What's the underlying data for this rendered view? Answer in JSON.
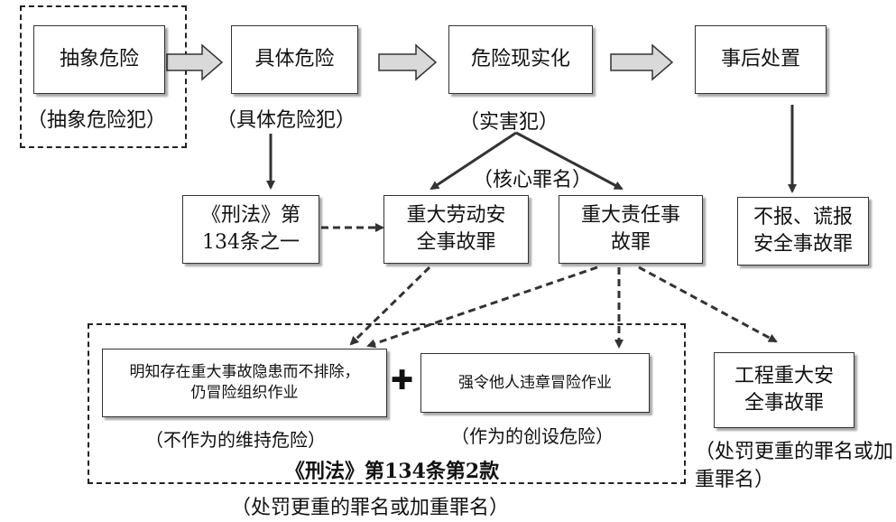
{
  "stages": {
    "abstract": "抽象危险",
    "concrete": "具体危险",
    "realized": "危险现实化",
    "after": "事后处置"
  },
  "stage_notes": {
    "abstract": "（抽象危险犯）",
    "concrete": "（具体危险犯）",
    "realized": "（实害犯）"
  },
  "core_label": "（核心罪名）",
  "crimes": {
    "art134_1": "《刑法》第134条之一",
    "labor_safety": "重大劳动安全事故罪",
    "liability": "重大责任事故罪",
    "no_report": "不报、谎报安全事故罪",
    "engineering": "工程重大安全事故罪"
  },
  "acts": {
    "omission": "明知存在重大事故隐患而不排除，仍冒险组织作业",
    "command": "强令他人违章冒险作业",
    "omission_note": "（不作为的维持危险）",
    "command_note": "（作为的创设危险）",
    "plus": "✚"
  },
  "article_title": "《刑法》第134条第2款",
  "heavier_note_bottom": "（处罚更重的罪名或加重罪名）",
  "heavier_note_right": "（处罚更重的罪名或加重罪名）"
}
